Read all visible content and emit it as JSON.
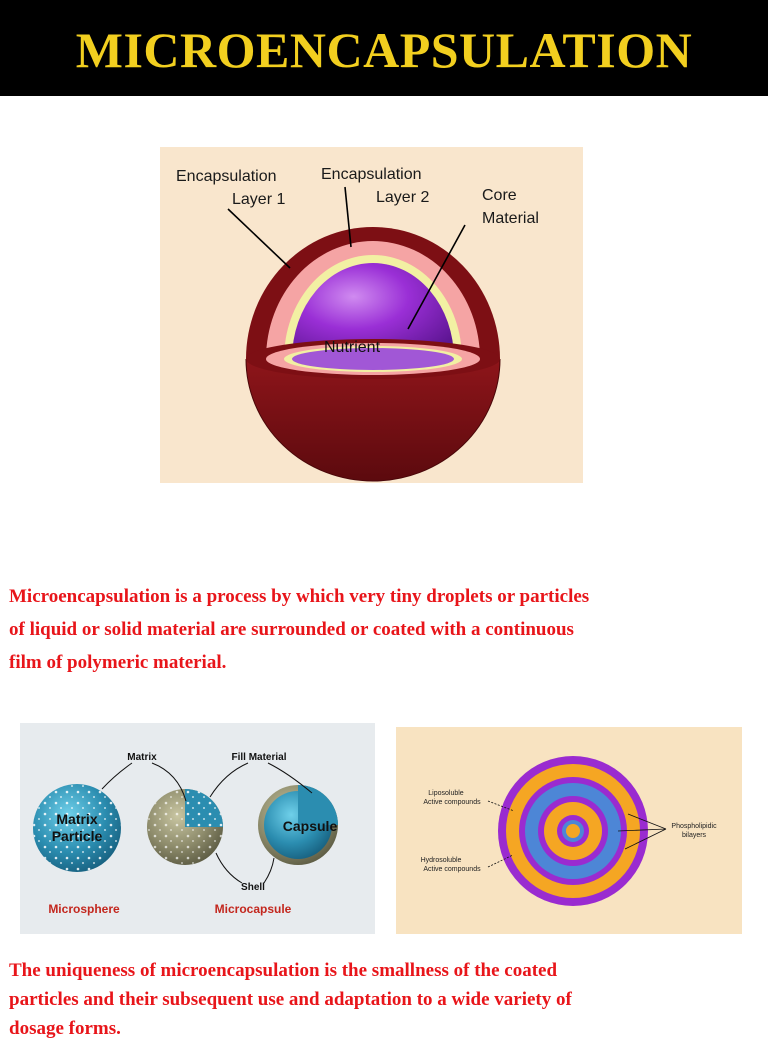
{
  "title": "MICROENCAPSULATION",
  "figure1": {
    "labels": {
      "layer1_a": "Encapsulation",
      "layer1_b": "Layer 1",
      "layer2_a": "Encapsulation",
      "layer2_b": "Layer 2",
      "core_a": "Core",
      "core_b": "Material",
      "nutrient": "Nutrient"
    },
    "colors": {
      "background": "#f9e6cd",
      "outer_shell": "#7d0f14",
      "layer1": "#f5a4a4",
      "layer2": "#f2f0a3",
      "core": "#8a2ac4"
    }
  },
  "paragraph1": [
    "Microencapsulation is a process by which very tiny droplets or particles",
    "of liquid or solid material are surrounded or coated  with a continuous",
    "film of polymeric material."
  ],
  "figure2": {
    "labels": {
      "matrix": "Matrix",
      "fill_material": "Fill Material",
      "matrix_particle_a": "Matrix",
      "matrix_particle_b": "Particle",
      "capsule": "Capsule",
      "shell": "Shell",
      "microsphere": "Microsphere",
      "microcapsule": "Microcapsule"
    },
    "colors": {
      "background": "#e7ebee",
      "sphere": "#2b8db0",
      "shell": "#8c8a6a",
      "caption": "#c3271e"
    }
  },
  "figure3": {
    "labels": {
      "lipo_a": "Liposoluble",
      "lipo_b": "Active compounds",
      "hydro_a": "Hydrosoluble",
      "hydro_b": "Active compounds",
      "phospho_a": "Phospholipidic",
      "phospho_b": "bilayers"
    },
    "colors": {
      "background": "#f8e3c1",
      "purple": "#9a2bd0",
      "orange": "#f5a623",
      "blue": "#4d86d6"
    }
  },
  "paragraph2": [
    "The uniqueness of microencapsulation is the smallness of the coated",
    "particles and their subsequent use and adaptation to a wide variety of",
    "dosage forms."
  ]
}
